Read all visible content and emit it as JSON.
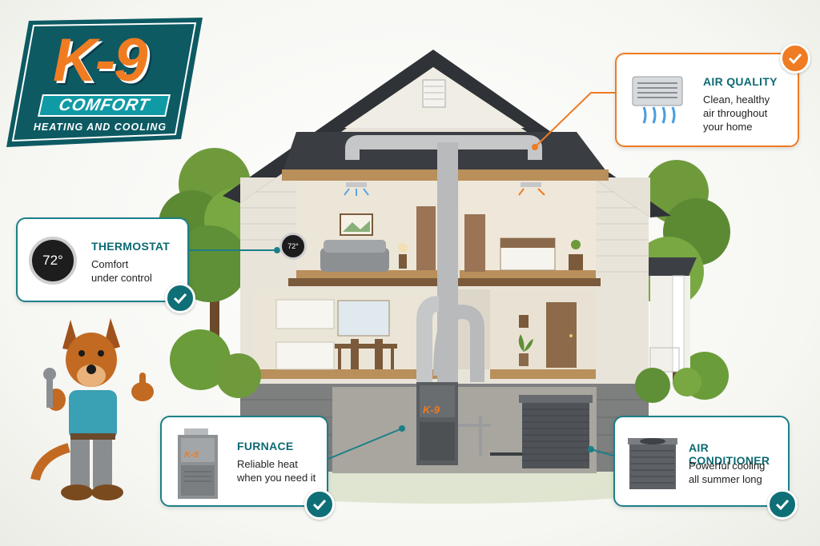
{
  "brand": {
    "logo_main": "K-9",
    "logo_sub": "COMFORT",
    "logo_tagline": "HEATING AND COOLING",
    "colors": {
      "orange": "#f07c21",
      "teal": "#109aa5",
      "navy": "#0c3b4a"
    }
  },
  "callouts": {
    "air_quality": {
      "title": "AIR QUALITY",
      "text": "Clean, healthy\nair throughout\nyour home",
      "icon": "air-vent-icon",
      "check": "check-icon"
    },
    "thermostat": {
      "title": "THERMOSTAT",
      "text": "Comfort\nunder control",
      "icon": "thermostat-icon",
      "reading": "72°",
      "check": "check-icon"
    },
    "furnace": {
      "title": "FURNACE",
      "text": "Reliable heat\nwhen you need it",
      "icon": "furnace-icon",
      "badge": "K-9",
      "check": "check-icon"
    },
    "air_conditioner": {
      "title": "AIR CONDITIONER",
      "text": "Powerful cooling\nall summer long",
      "icon": "ac-unit-icon",
      "check": "check-icon"
    }
  },
  "house": {
    "thermostat_reading": "72°",
    "furnace_badge": "K-9"
  }
}
